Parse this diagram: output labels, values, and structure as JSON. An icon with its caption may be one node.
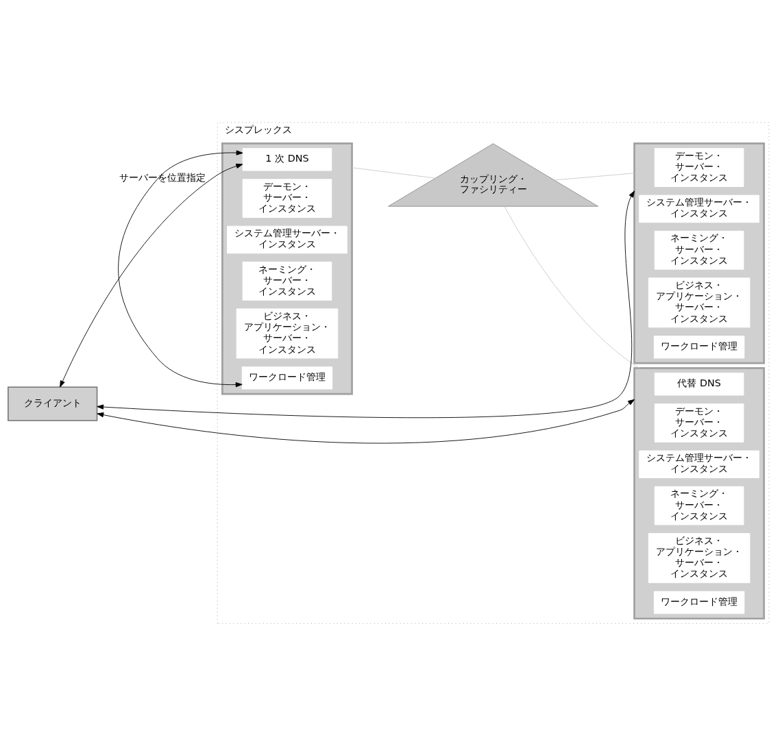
{
  "diagram": {
    "nodes": [
      {
        "text": [
          "シスプレックス"
        ]
      },
      {
        "text": [
          "クライアント"
        ]
      },
      {
        "text": [],
        "shape": "box",
        "in": 0
      },
      {
        "text": [
          "デーモン・サーバー・インスタンス"
        ],
        "in": 2
      },
      {
        "text": [
          "システム管理サーバー・インスタンス"
        ],
        "in": 2
      },
      {
        "text": [
          "ネーミング・サーバー・インスタンス"
        ],
        "in": 2
      },
      {
        "text": [
          "ビジネス・アプリケーション・サーバー・インスタンス"
        ],
        "in": 2
      },
      {
        "text": [
          "ワークロード管理"
        ],
        "in": 2
      },
      {
        "text": [],
        "shape": "box",
        "in": 0
      },
      {
        "text": [
          "1 次 DNS"
        ],
        "in": 8
      },
      {
        "text": [
          "デーモン・サーバー・インスタンス"
        ],
        "in": 8
      },
      {
        "text": [
          "システム管理サーバー・インスタンス"
        ],
        "in": 8
      },
      {
        "text": [
          "ネーミング・サーバー・インスタンス"
        ],
        "in": 8
      },
      {
        "text": [
          "ビジネス・アプリケーション・サーバー・インスタンス"
        ],
        "in": 8
      },
      {
        "text": [
          "ワークロード管理"
        ],
        "in": 8
      },
      {
        "text": [
          "カップリング・ファシリティー"
        ],
        "in": 0
      },
      {
        "text": [],
        "shape": "box",
        "in": 0
      },
      {
        "text": [
          "代替 DNS"
        ],
        "in": 16
      },
      {
        "text": [
          "デーモン・サーバー・インスタンス"
        ],
        "in": 16
      },
      {
        "text": [
          "システム管理サーバー・インスタンス"
        ],
        "in": 16
      },
      {
        "text": [
          "ネーミング・サーバー・インスタンス"
        ],
        "in": 16
      },
      {
        "text": [
          "ビジネス・アプリケーション・サーバー・インスタンス"
        ],
        "in": 16
      },
      {
        "text": [
          "ワークロード管理"
        ],
        "in": 16
      }
    ],
    "edges": [
      {
        "from": 1,
        "to": 2,
        "arrow": "both"
      },
      {
        "from": 1,
        "to": 9,
        "arrow": "both",
        "label": "サーバーを位置指定"
      },
      {
        "from": 1,
        "to": 16,
        "arrow": "both"
      },
      {
        "from": 9,
        "to": 14,
        "arrow": "both"
      },
      {
        "from": 8,
        "to": 15,
        "arrow": "none",
        "color": "#c8c8c8"
      },
      {
        "from": 15,
        "to": 2,
        "arrow": "none",
        "color": "#c8c8c8"
      },
      {
        "from": 15,
        "to": 16,
        "arrow": "none",
        "color": "#c8c8c8"
      }
    ]
  }
}
